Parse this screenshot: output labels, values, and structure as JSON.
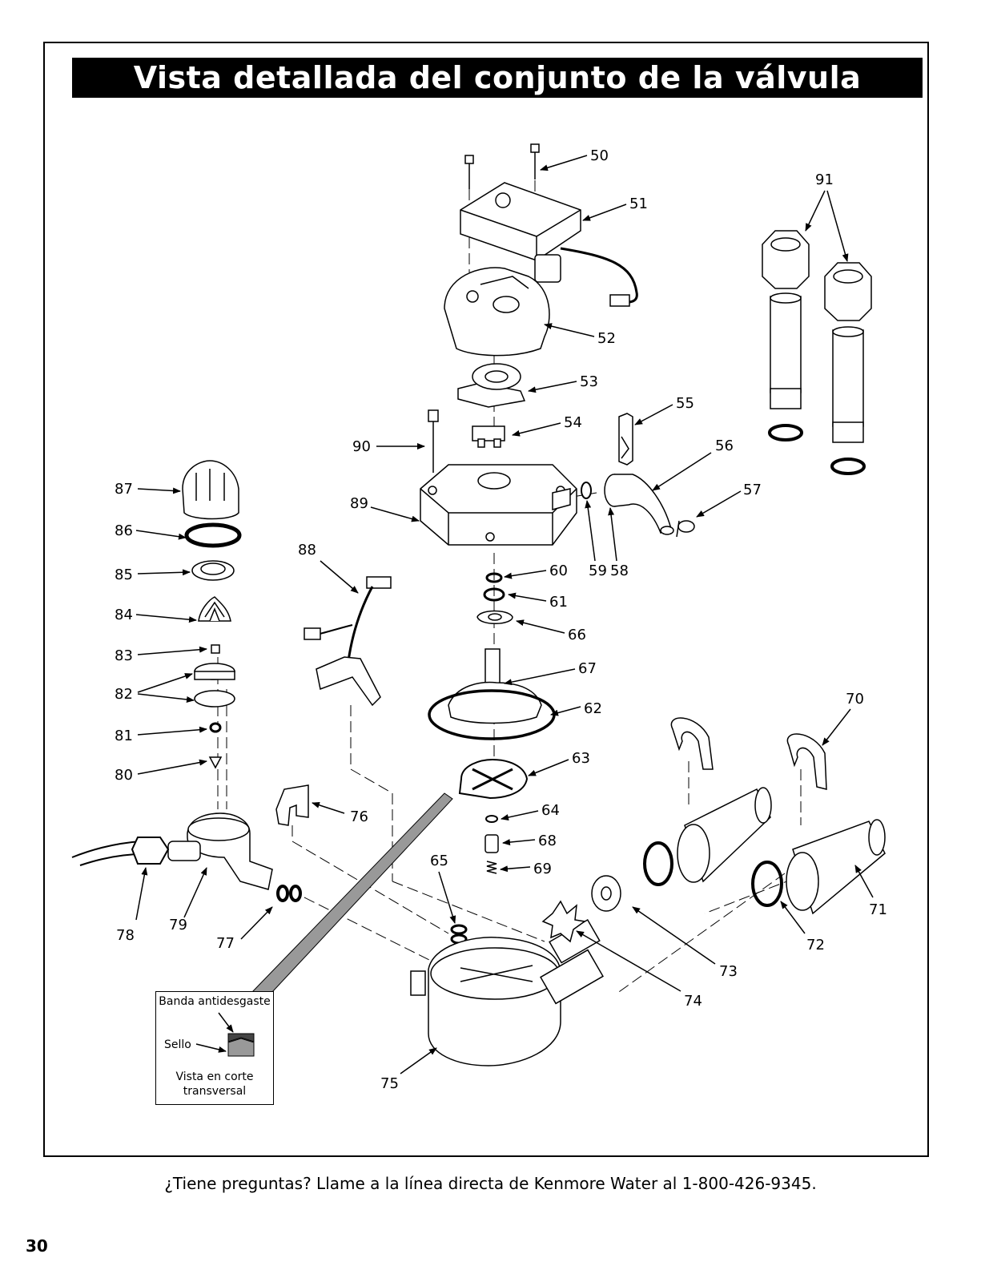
{
  "title": "Vista detallada del conjunto de la válvula",
  "part_labels": [
    "50",
    "51",
    "52",
    "53",
    "54",
    "55",
    "56",
    "57",
    "58",
    "59",
    "60",
    "61",
    "62",
    "63",
    "64",
    "65",
    "66",
    "67",
    "68",
    "69",
    "70",
    "71",
    "72",
    "73",
    "74",
    "75",
    "76",
    "77",
    "78",
    "79",
    "80",
    "81",
    "82",
    "83",
    "84",
    "85",
    "86",
    "87",
    "88",
    "89",
    "90",
    "91"
  ],
  "inset": {
    "band_label": "Banda antidesgaste",
    "seal_label": "Sello",
    "caption_line1": "Vista en corte",
    "caption_line2": "transversal"
  },
  "footer": "¿Tiene preguntas? Llame a la línea directa de Kenmore Water al 1-800-426-9345.",
  "page_number": "30"
}
